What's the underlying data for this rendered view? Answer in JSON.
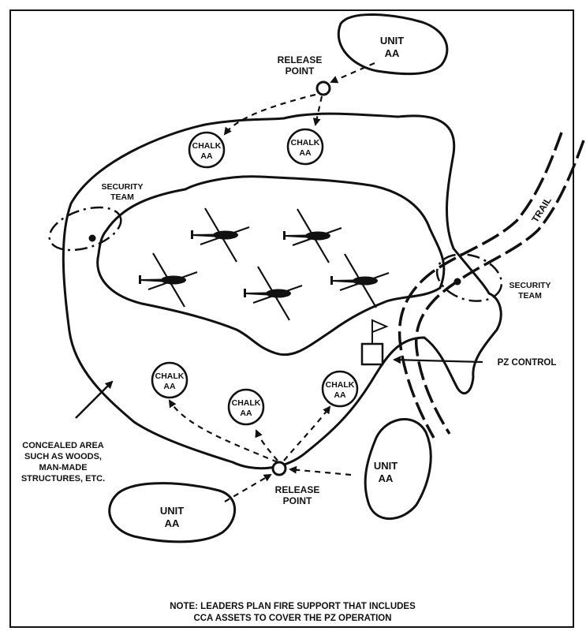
{
  "units": {
    "top": {
      "line1": "UNIT",
      "line2": "AA"
    },
    "right": {
      "line1": "UNIT",
      "line2": "AA"
    },
    "bottom": {
      "line1": "UNIT",
      "line2": "AA"
    }
  },
  "release_points": {
    "top": {
      "line1": "RELEASE",
      "line2": "POINT"
    },
    "bottom": {
      "line1": "RELEASE",
      "line2": "POINT"
    }
  },
  "chalks": [
    {
      "line1": "CHALK",
      "line2": "AA"
    },
    {
      "line1": "CHALK",
      "line2": "AA"
    },
    {
      "line1": "CHALK",
      "line2": "AA"
    },
    {
      "line1": "CHALK",
      "line2": "AA"
    },
    {
      "line1": "CHALK",
      "line2": "AA"
    }
  ],
  "security_teams": {
    "left": {
      "line1": "SECURITY",
      "line2": "TEAM"
    },
    "right": {
      "line1": "SECURITY",
      "line2": "TEAM"
    }
  },
  "trail_label": "TRAIL",
  "pz_control_label": "PZ CONTROL",
  "concealed_area_label": [
    "CONCEALED AREA",
    "SUCH AS WOODS,",
    "MAN-MADE",
    "STRUCTURES, ETC."
  ],
  "note": [
    "NOTE: LEADERS PLAN FIRE SUPPORT THAT INCLUDES",
    "CCA ASSETS TO COVER THE PZ OPERATION"
  ],
  "icons": {
    "helicopter": "helicopter-icon",
    "flag": "flag-icon",
    "release_point": "release-point-icon"
  },
  "colors": {
    "ink": "#111111",
    "background": "#ffffff"
  }
}
